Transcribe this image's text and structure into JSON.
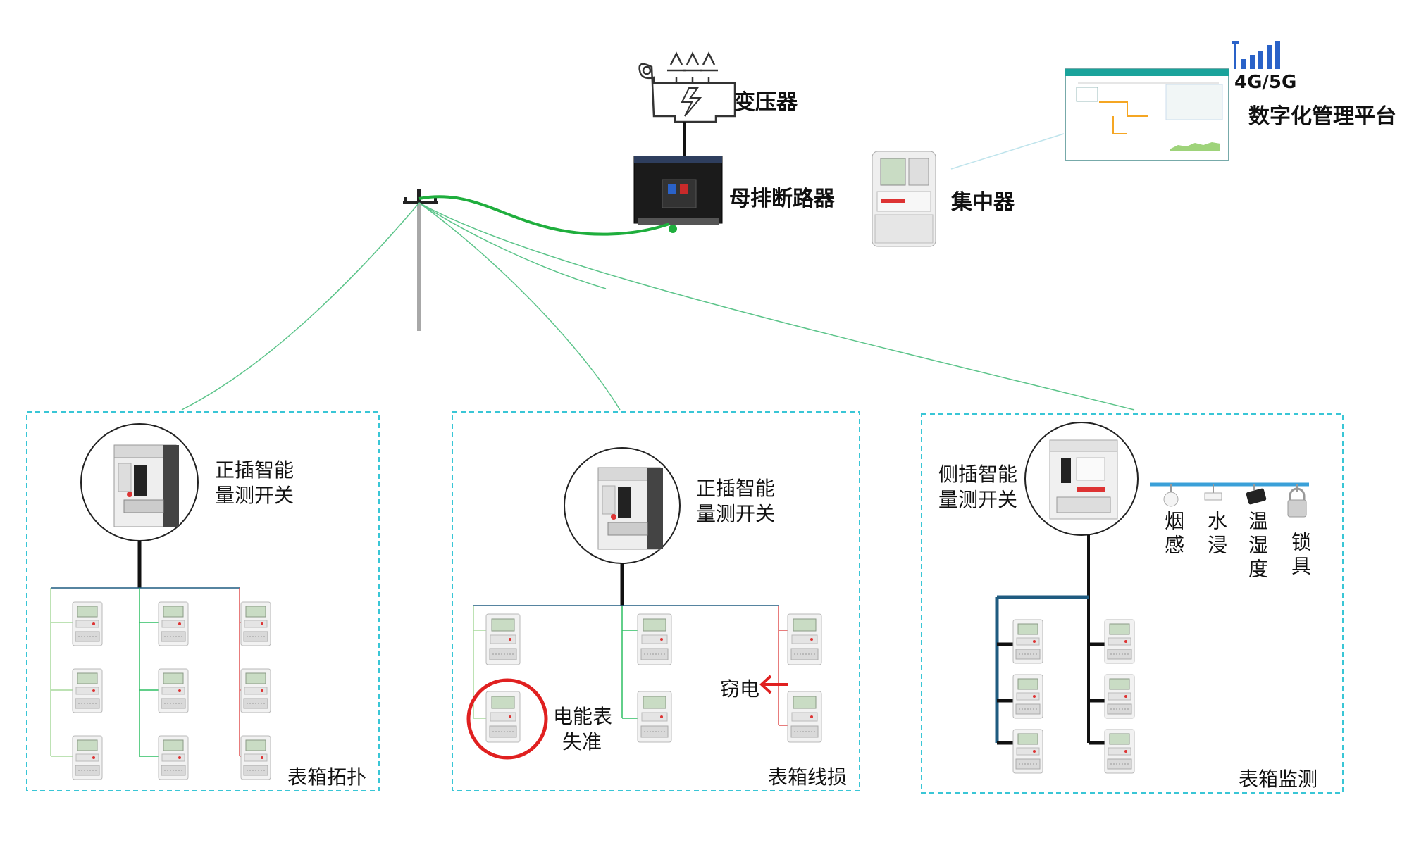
{
  "top": {
    "transformer_label": "变压器",
    "breaker_label": "母排断路器",
    "concentrator_label": "集中器",
    "platform": {
      "network": "4G/5G",
      "name": "数字化管理平台"
    }
  },
  "boxes": [
    {
      "switch_label_1": "正插智能",
      "switch_label_2": "量测开关",
      "caption": "表箱拓扑"
    },
    {
      "switch_label_1": "正插智能",
      "switch_label_2": "量测开关",
      "caption": "表箱线损",
      "fault_label_1": "电能表",
      "fault_label_2": "失准",
      "theft_label": "窃电"
    },
    {
      "switch_label_1": "侧插智能",
      "switch_label_2": "量测开关",
      "caption": "表箱监测",
      "sensors": [
        "烟感",
        "水浸",
        "温湿度",
        "锁具"
      ]
    }
  ],
  "colors": {
    "feeder": "#1fae3d",
    "thin_feeder": "#5cc48a",
    "box_border": "#39c6d6",
    "red": "#e02020",
    "sensor_bus": "#3aa0d8",
    "monitor_bus": "#1f5b80"
  }
}
